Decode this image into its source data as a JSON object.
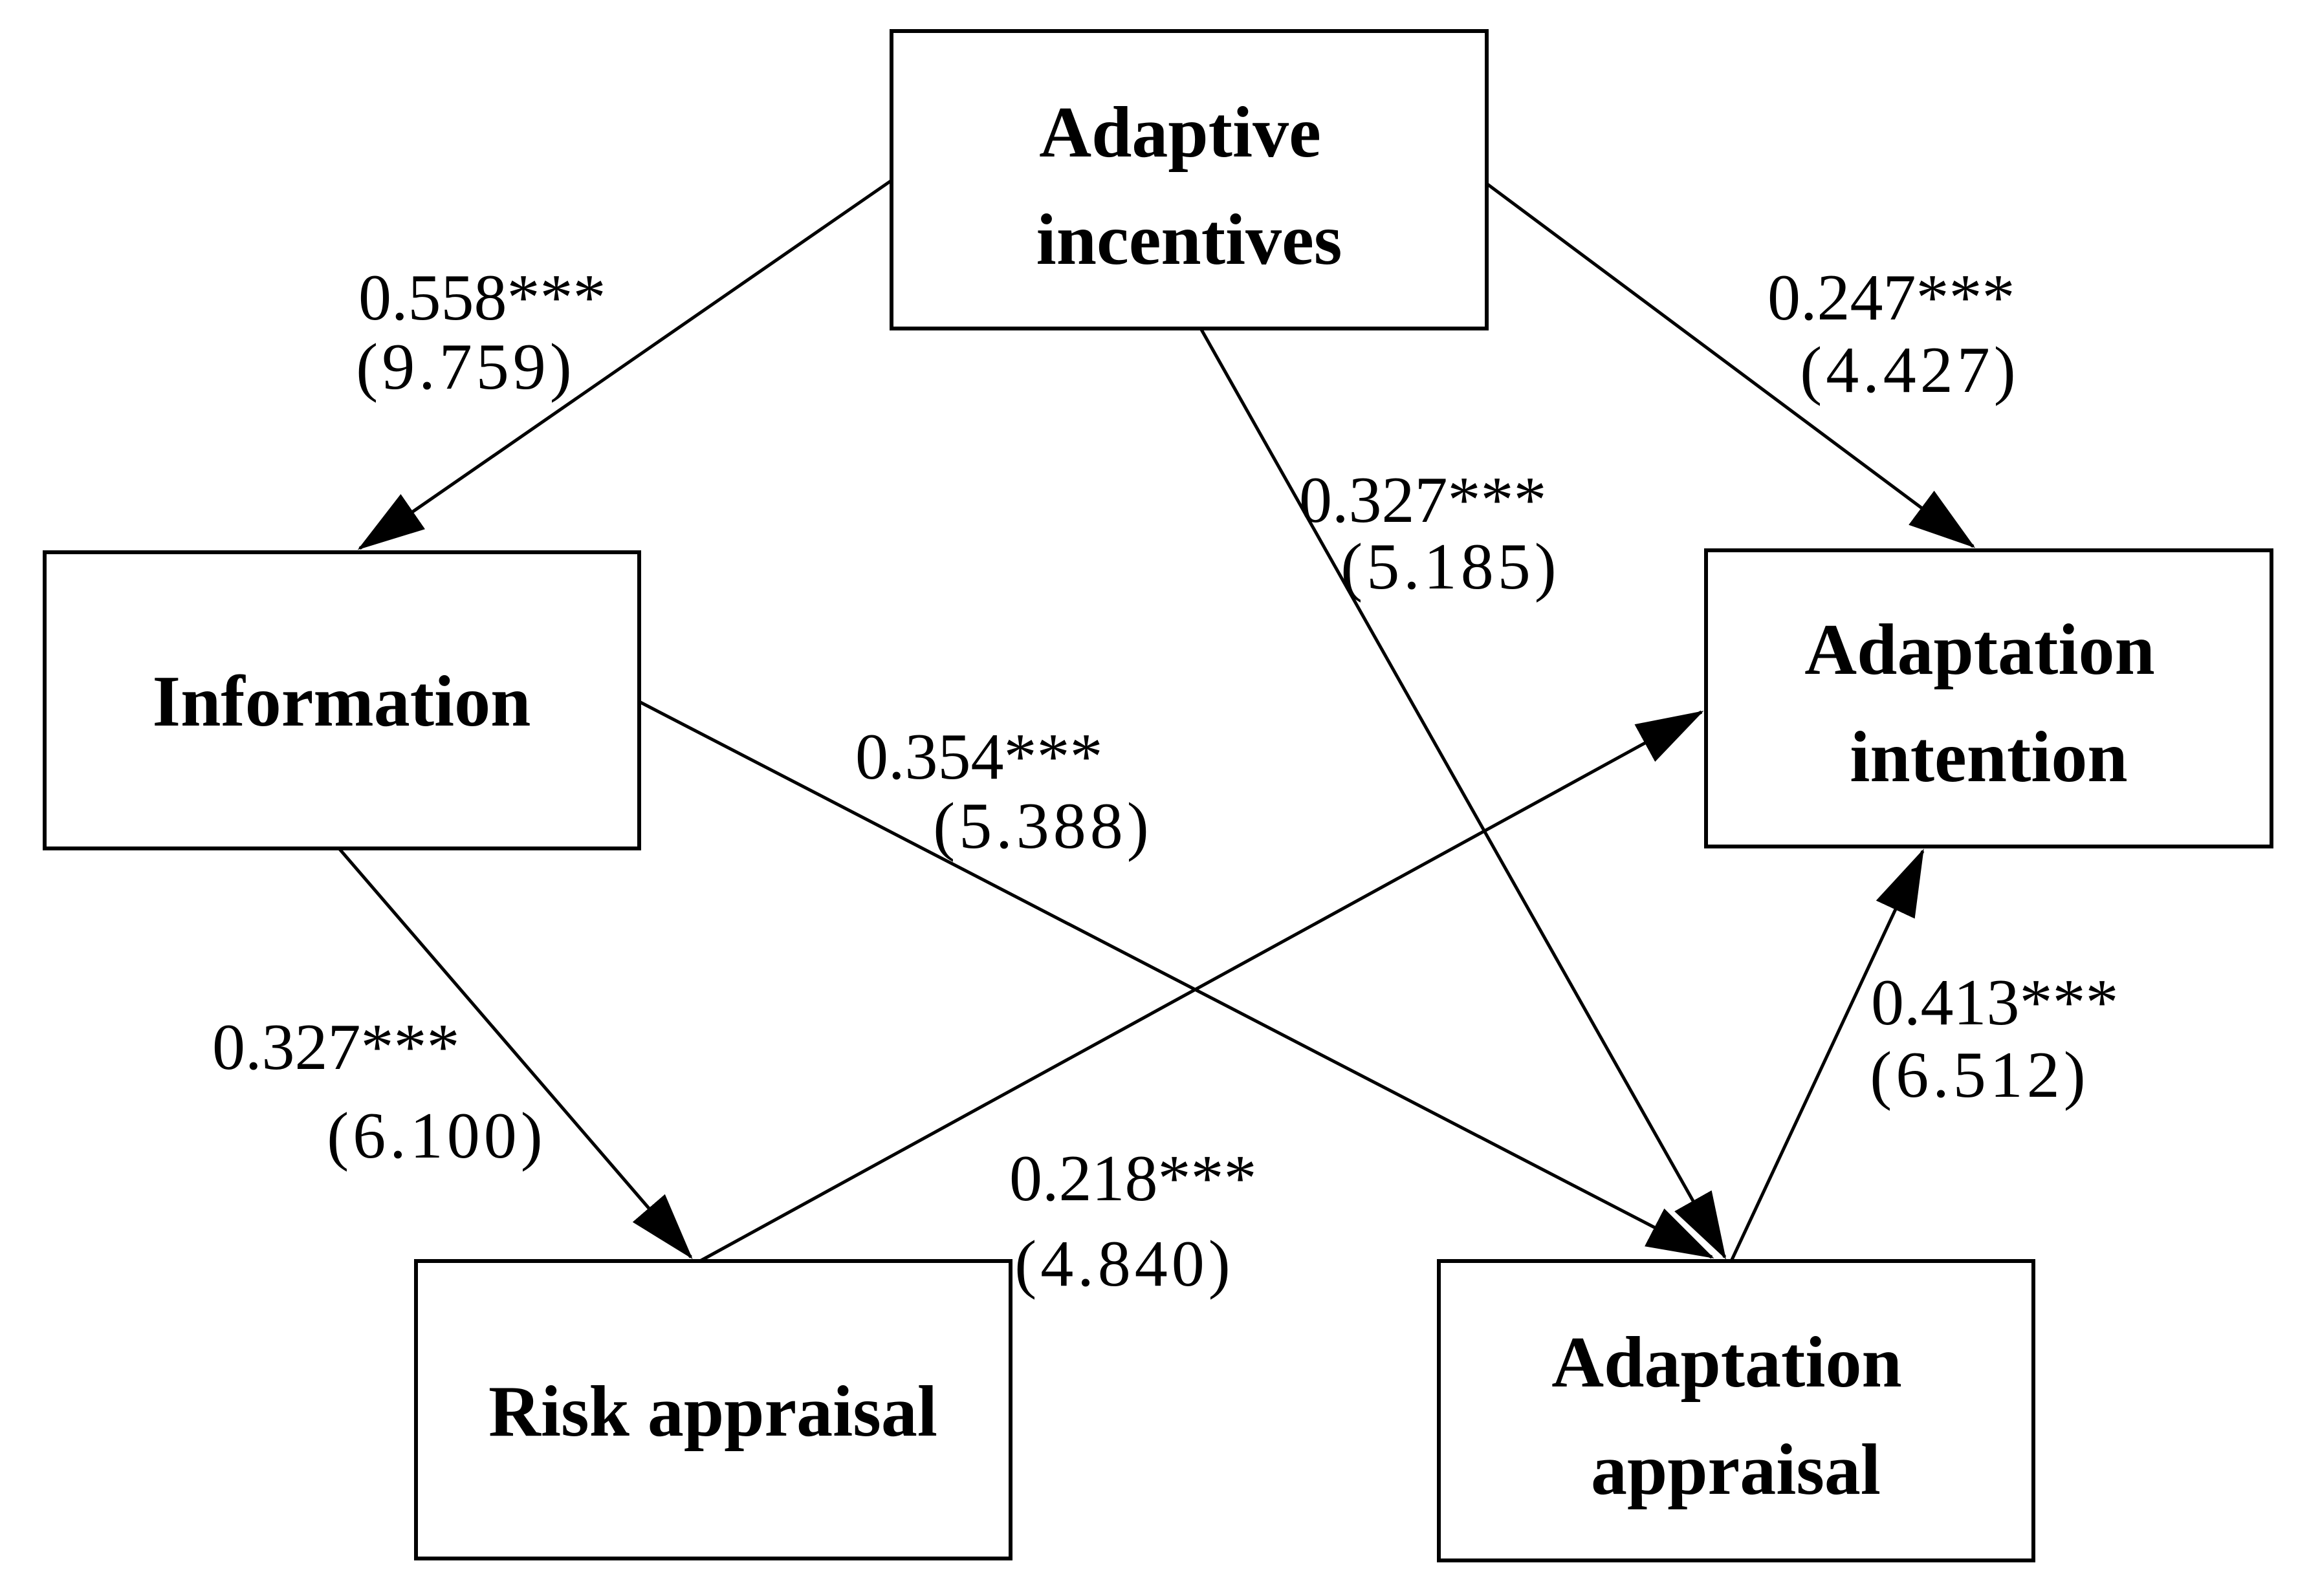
{
  "figure": {
    "type": "sem-path-diagram",
    "background_color": "#ffffff",
    "line_color": "#000000",
    "significance_note": "*** shown on all seven path coefficients, t-values in parentheses"
  },
  "nodes": {
    "adaptive_incentives": {
      "line1": "Adaptive",
      "line2": "incentives"
    },
    "information": {
      "line1": "Information"
    },
    "adaptation_intention": {
      "line1": "Adaptation",
      "line2": "intention"
    },
    "risk_appraisal": {
      "line1": "Risk appraisal"
    },
    "adaptation_appraisal": {
      "line1": "Adaptation",
      "line2": "appraisal"
    }
  },
  "paths": {
    "incentives_to_information": {
      "from": "Adaptive incentives",
      "to": "Information",
      "coefficient": "0.558***",
      "t_value": "(9.759)"
    },
    "incentives_to_intention": {
      "from": "Adaptive incentives",
      "to": "Adaptation intention",
      "coefficient": "0.247***",
      "t_value": "(4.427)"
    },
    "incentives_to_adaptation_appraisal": {
      "from": "Adaptive incentives",
      "to": "Adaptation appraisal",
      "coefficient": "0.327***",
      "t_value": "(5.185)"
    },
    "information_to_adaptation_appraisal": {
      "from": "Information",
      "to": "Adaptation appraisal",
      "coefficient": "0.354***",
      "t_value": "(5.388)"
    },
    "information_to_risk_appraisal": {
      "from": "Information",
      "to": "Risk appraisal",
      "coefficient": "0.327***",
      "t_value": "(6.100)"
    },
    "risk_appraisal_to_intention": {
      "from": "Risk appraisal",
      "to": "Adaptation intention",
      "coefficient": "0.218***",
      "t_value": "(4.840)"
    },
    "adaptation_appraisal_to_intention": {
      "from": "Adaptation appraisal",
      "to": "Adaptation intention",
      "coefficient": "0.413***",
      "t_value": "(6.512)"
    }
  }
}
